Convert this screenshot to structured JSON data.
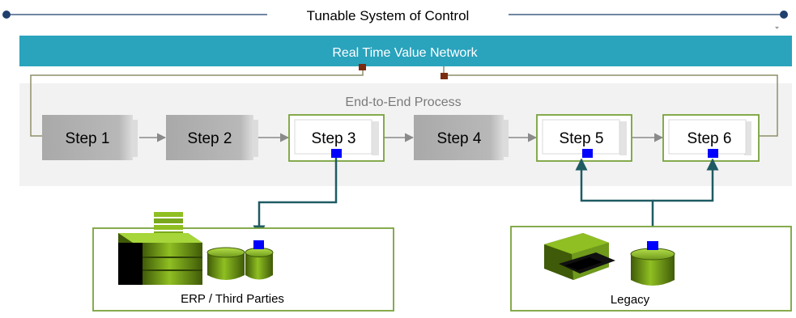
{
  "title": "Tunable System of Control",
  "network": {
    "label": "Real Time Value Network"
  },
  "process": {
    "label": "End-to-End Process"
  },
  "steps": [
    {
      "id": "step-1",
      "label": "Step 1",
      "style": "gray"
    },
    {
      "id": "step-2",
      "label": "Step 2",
      "style": "gray"
    },
    {
      "id": "step-3",
      "label": "Step 3",
      "style": "highlighted"
    },
    {
      "id": "step-4",
      "label": "Step 4",
      "style": "gray"
    },
    {
      "id": "step-5",
      "label": "Step 5",
      "style": "highlighted"
    },
    {
      "id": "step-6",
      "label": "Step 6",
      "style": "highlighted"
    }
  ],
  "systems": {
    "erp": {
      "label": "ERP / Third Parties",
      "icons": [
        "server-building-icon",
        "database-icon",
        "database-icon"
      ]
    },
    "legacy": {
      "label": "Legacy",
      "icons": [
        "printer-icon",
        "database-icon"
      ]
    }
  },
  "colors": {
    "network_bar": "#2aa3bd",
    "step_gray": "#b3b3b3",
    "highlight_border": "#79a23a",
    "connector_teal": "#1f5b63",
    "port_blue": "#0000ff",
    "port_brown": "#7a2c10",
    "system_green": "#6f9a1c"
  }
}
